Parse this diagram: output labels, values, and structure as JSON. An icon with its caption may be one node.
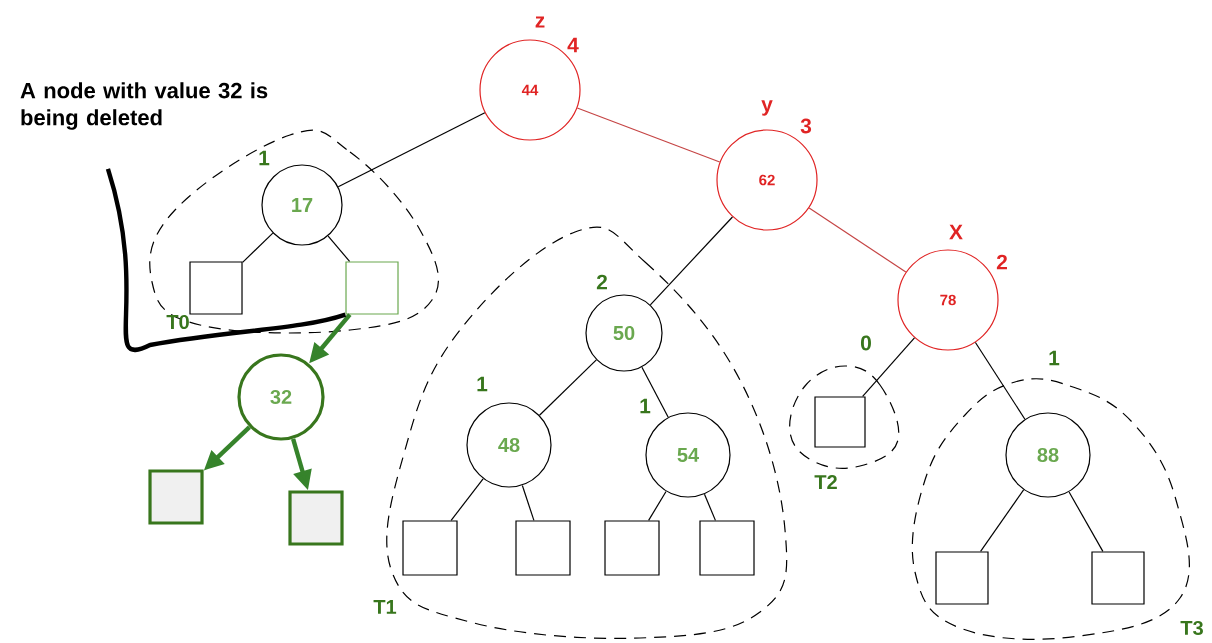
{
  "diagram": {
    "nodes": [
      {
        "text": [
          "A node with value 32 is being deleted"
        ]
      },
      {
        "text": [
          "44"
        ],
        "beside": [
          "z",
          "4"
        ]
      },
      {
        "text": [
          "62"
        ],
        "beside": [
          "y",
          "3"
        ]
      },
      {
        "text": [
          "78"
        ],
        "beside": [
          "X",
          "2"
        ]
      },
      {
        "text": [
          "T0"
        ]
      },
      {
        "text": [
          "17"
        ],
        "in": 4,
        "beside": [
          "1"
        ]
      },
      {
        "text": [],
        "shape": "box",
        "in": 4
      },
      {
        "text": [],
        "shape": "box",
        "in": 4
      },
      {
        "text": [
          "32"
        ]
      },
      {
        "text": [],
        "shape": "box"
      },
      {
        "text": [],
        "shape": "box"
      },
      {
        "text": [
          "T1"
        ]
      },
      {
        "text": [
          "50"
        ],
        "in": 11,
        "beside": [
          "2"
        ]
      },
      {
        "text": [
          "48"
        ],
        "in": 11,
        "beside": [
          "1"
        ]
      },
      {
        "text": [
          "54"
        ],
        "in": 11,
        "beside": [
          "1"
        ]
      },
      {
        "text": [],
        "shape": "box",
        "in": 11
      },
      {
        "text": [],
        "shape": "box",
        "in": 11
      },
      {
        "text": [],
        "shape": "box",
        "in": 11
      },
      {
        "text": [],
        "shape": "box",
        "in": 11
      },
      {
        "text": [
          "T2"
        ]
      },
      {
        "text": [],
        "shape": "box",
        "in": 19
      },
      {
        "text": [
          "T3"
        ]
      },
      {
        "text": [
          "88"
        ],
        "in": 21,
        "beside": [
          "1"
        ]
      },
      {
        "text": [],
        "shape": "box",
        "in": 21
      },
      {
        "text": [],
        "shape": "box",
        "in": 21
      }
    ],
    "edges": [
      {
        "from": 1,
        "to": 5,
        "arrow": "none"
      },
      {
        "from": 1,
        "to": 2,
        "arrow": "none",
        "color": "#e02424"
      },
      {
        "from": 2,
        "to": 3,
        "arrow": "none",
        "color": "#e02424"
      },
      {
        "from": 2,
        "to": 12,
        "arrow": "none"
      },
      {
        "from": 3,
        "to": 20,
        "arrow": "none"
      },
      {
        "from": 3,
        "to": 22,
        "arrow": "none"
      },
      {
        "from": 5,
        "to": 6,
        "arrow": "none"
      },
      {
        "from": 5,
        "to": 7,
        "arrow": "none"
      },
      {
        "from": 7,
        "to": 8,
        "arrow": "to",
        "style": "thick",
        "color": "#3d7a22"
      },
      {
        "from": 8,
        "to": 9,
        "arrow": "to",
        "style": "thick",
        "color": "#3d7a22"
      },
      {
        "from": 8,
        "to": 10,
        "arrow": "to",
        "style": "thick",
        "color": "#3d7a22"
      },
      {
        "from": 12,
        "to": 13,
        "arrow": "none"
      },
      {
        "from": 12,
        "to": 14,
        "arrow": "none"
      },
      {
        "from": 13,
        "to": 15,
        "arrow": "none"
      },
      {
        "from": 13,
        "to": 16,
        "arrow": "none"
      },
      {
        "from": 14,
        "to": 17,
        "arrow": "none"
      },
      {
        "from": 14,
        "to": 18,
        "arrow": "none"
      },
      {
        "from": 22,
        "to": 23,
        "arrow": "none"
      },
      {
        "from": 22,
        "to": 24,
        "arrow": "none"
      },
      {
        "from": 0,
        "to": 7,
        "arrow": "none",
        "style": "thick"
      }
    ],
    "labels": [
      "0"
    ]
  }
}
